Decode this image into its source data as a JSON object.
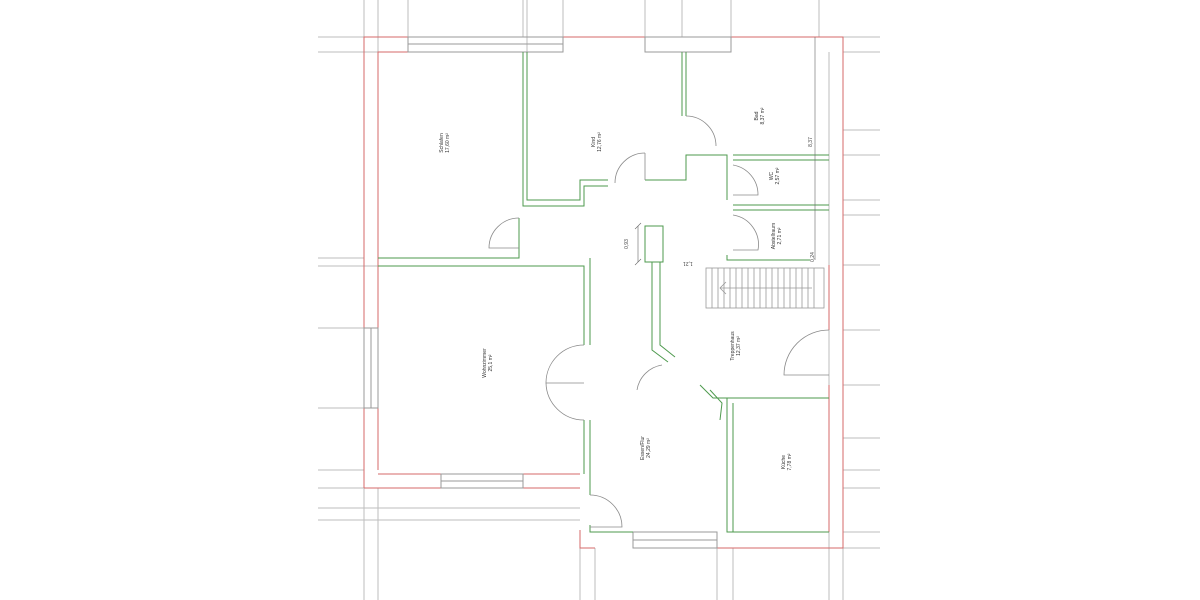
{
  "drawing": {
    "type": "floor-plan",
    "colors": {
      "exterior_wall": "#d46a6a",
      "interior_wall": "#4e9a4e",
      "grid_line": "#b0b0b0",
      "door_swing": "#888888",
      "background": "#ffffff"
    }
  },
  "rooms": [
    {
      "name": "Schlafen",
      "area": "17,60 m²"
    },
    {
      "name": "Kind",
      "area": "12,76 m²"
    },
    {
      "name": "Bad",
      "area": "8,37 m²"
    },
    {
      "name": "WC",
      "area": "2,57 m²"
    },
    {
      "name": "Abstellraum",
      "area": "2,71 m²"
    },
    {
      "name": "Wohnzimmer",
      "area": "25,1 m²"
    },
    {
      "name": "Treppenhaus",
      "area": "12,37 m²"
    },
    {
      "name": "Essen/Flur",
      "area": "24,29 m²"
    },
    {
      "name": "Küche",
      "area": "7,78 m²"
    }
  ],
  "dimensions": {
    "shaft_height": "0,93",
    "shaft_width": "1,21",
    "bad_wall": "8,37",
    "stair_gap": "0,24"
  }
}
